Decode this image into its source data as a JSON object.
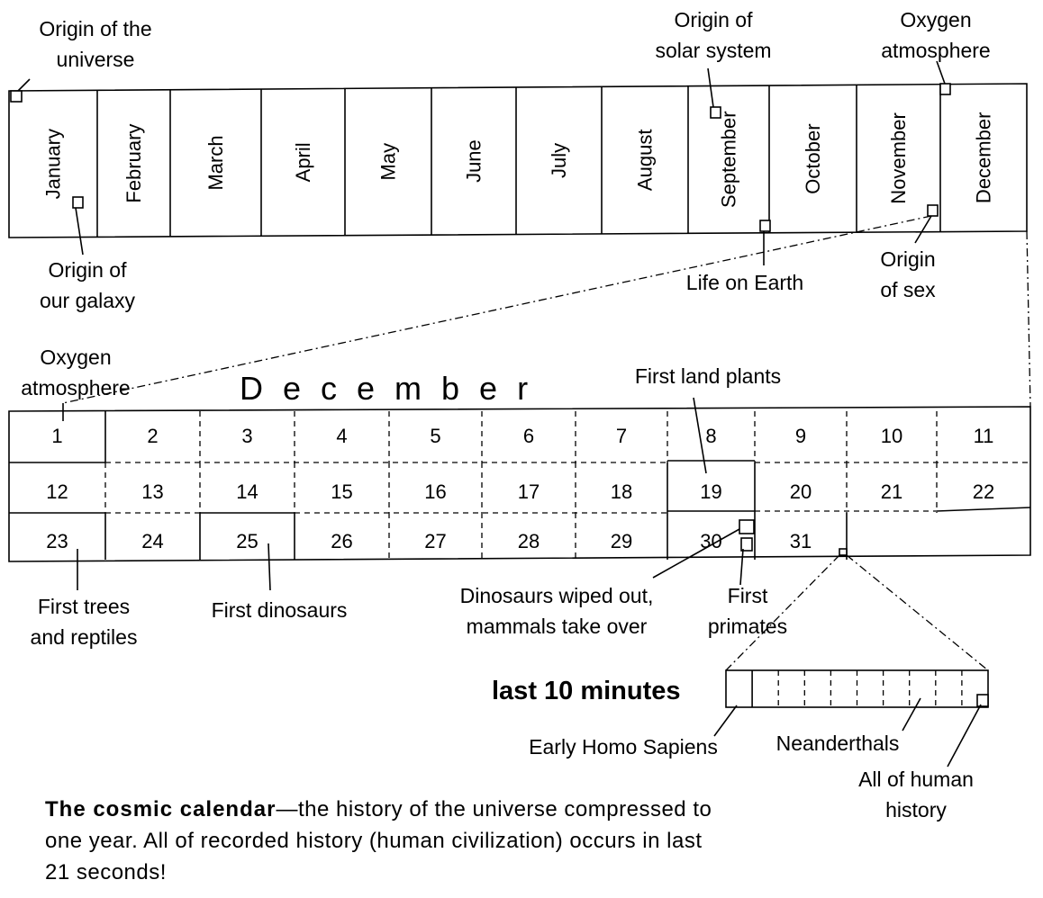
{
  "months": [
    "January",
    "February",
    "March",
    "April",
    "May",
    "June",
    "July",
    "August",
    "September",
    "October",
    "November",
    "December"
  ],
  "labels": {
    "origin_universe": [
      "Origin of the",
      "universe"
    ],
    "origin_solar": [
      "Origin of",
      "solar system"
    ],
    "oxygen_top": [
      "Oxygen",
      "atmosphere"
    ],
    "origin_galaxy": [
      "Origin of",
      "our galaxy"
    ],
    "life_on_earth": [
      "Life on Earth"
    ],
    "origin_sex": [
      "Origin",
      "of sex"
    ],
    "oxygen_dec": [
      "Oxygen",
      "atmosphere"
    ],
    "first_land_plants": [
      "First land plants"
    ],
    "first_trees": [
      "First trees",
      "and reptiles"
    ],
    "first_dinosaurs": [
      "First dinosaurs"
    ],
    "dinos_wiped": [
      "Dinosaurs wiped out,",
      "mammals take over"
    ],
    "first_primates": [
      "First",
      "primates"
    ],
    "early_homo": [
      "Early Homo Sapiens"
    ],
    "neanderthals": [
      "Neanderthals"
    ],
    "all_human": [
      "All of human",
      "history"
    ]
  },
  "december": {
    "title": "December",
    "days": [
      "1",
      "2",
      "3",
      "4",
      "5",
      "6",
      "7",
      "8",
      "9",
      "10",
      "11",
      "12",
      "13",
      "14",
      "15",
      "16",
      "17",
      "18",
      "19",
      "20",
      "21",
      "22",
      "23",
      "24",
      "25",
      "26",
      "27",
      "28",
      "29",
      "30",
      "31"
    ]
  },
  "last_ten": {
    "title": "last 10 minutes",
    "segments": 10
  },
  "caption": {
    "bold": "The cosmic calendar",
    "text": "—the history of the universe compressed to one year. All of recorded history (human civilization) occurs in last 21 seconds!"
  }
}
